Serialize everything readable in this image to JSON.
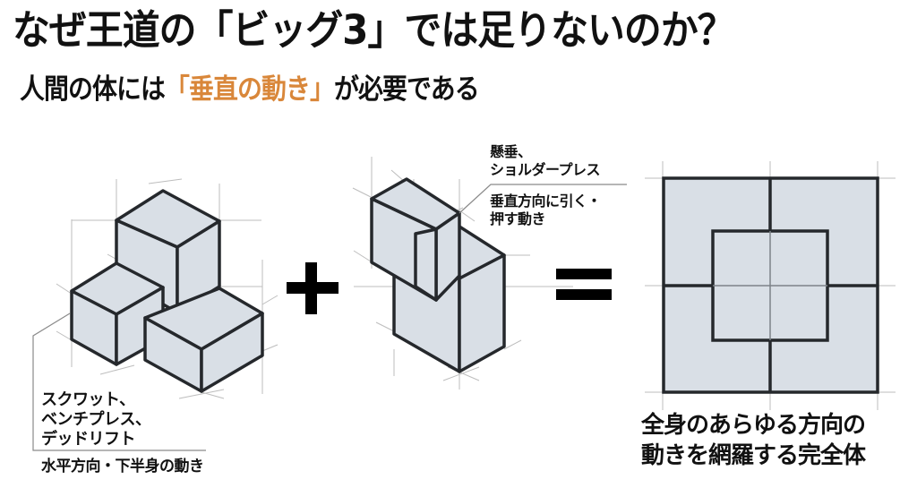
{
  "header": {
    "title": "なぜ王道の「ビッグ3」では足りないのか？",
    "subtitle_prefix": "人間の体には",
    "subtitle_accent": "「垂直の動き」",
    "subtitle_suffix": "が必要である"
  },
  "colors": {
    "accent": "#d9873a",
    "text": "#111111",
    "shape_fill": "#d9dfe6",
    "shape_stroke": "#25282c",
    "guide_line": "#b5b5b5"
  },
  "left_group": {
    "exercises": [
      "スクワット、",
      "ベンチプレス、",
      "デッドリフト"
    ],
    "movement": "水平方向・下半身の動き"
  },
  "operators": {
    "plus": "+",
    "equals": "="
  },
  "middle_group": {
    "exercises": [
      "懸垂、",
      "ショルダープレス"
    ],
    "movement": [
      "垂直方向に引く・",
      "押す動き"
    ]
  },
  "right_group": {
    "result": [
      "全身のあらゆる方向の",
      "動きを網羅する完全体"
    ]
  }
}
